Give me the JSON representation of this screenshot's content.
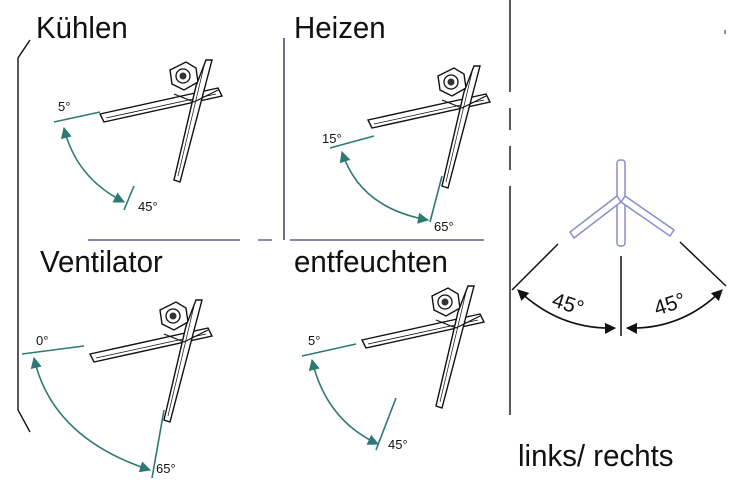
{
  "colors": {
    "arc": "#2c7a73",
    "divider": "#3a4070",
    "vane_outline": "#111111",
    "vane_fill": "#ffffff",
    "swing_vane": "#8a8fc8"
  },
  "modes": [
    {
      "name": "Kühlen",
      "angle_top": "5°",
      "angle_bottom": "45°"
    },
    {
      "name": "Heizen",
      "angle_top": "15°",
      "angle_bottom": "65°"
    },
    {
      "name": "Ventilator",
      "angle_top": "0°",
      "angle_bottom": "65°"
    },
    {
      "name": "entfeuchten",
      "angle_top": "5°",
      "angle_bottom": "45°"
    }
  ],
  "swing": {
    "label": "links/ rechts",
    "angle_left": "45°",
    "angle_right": "45°"
  }
}
